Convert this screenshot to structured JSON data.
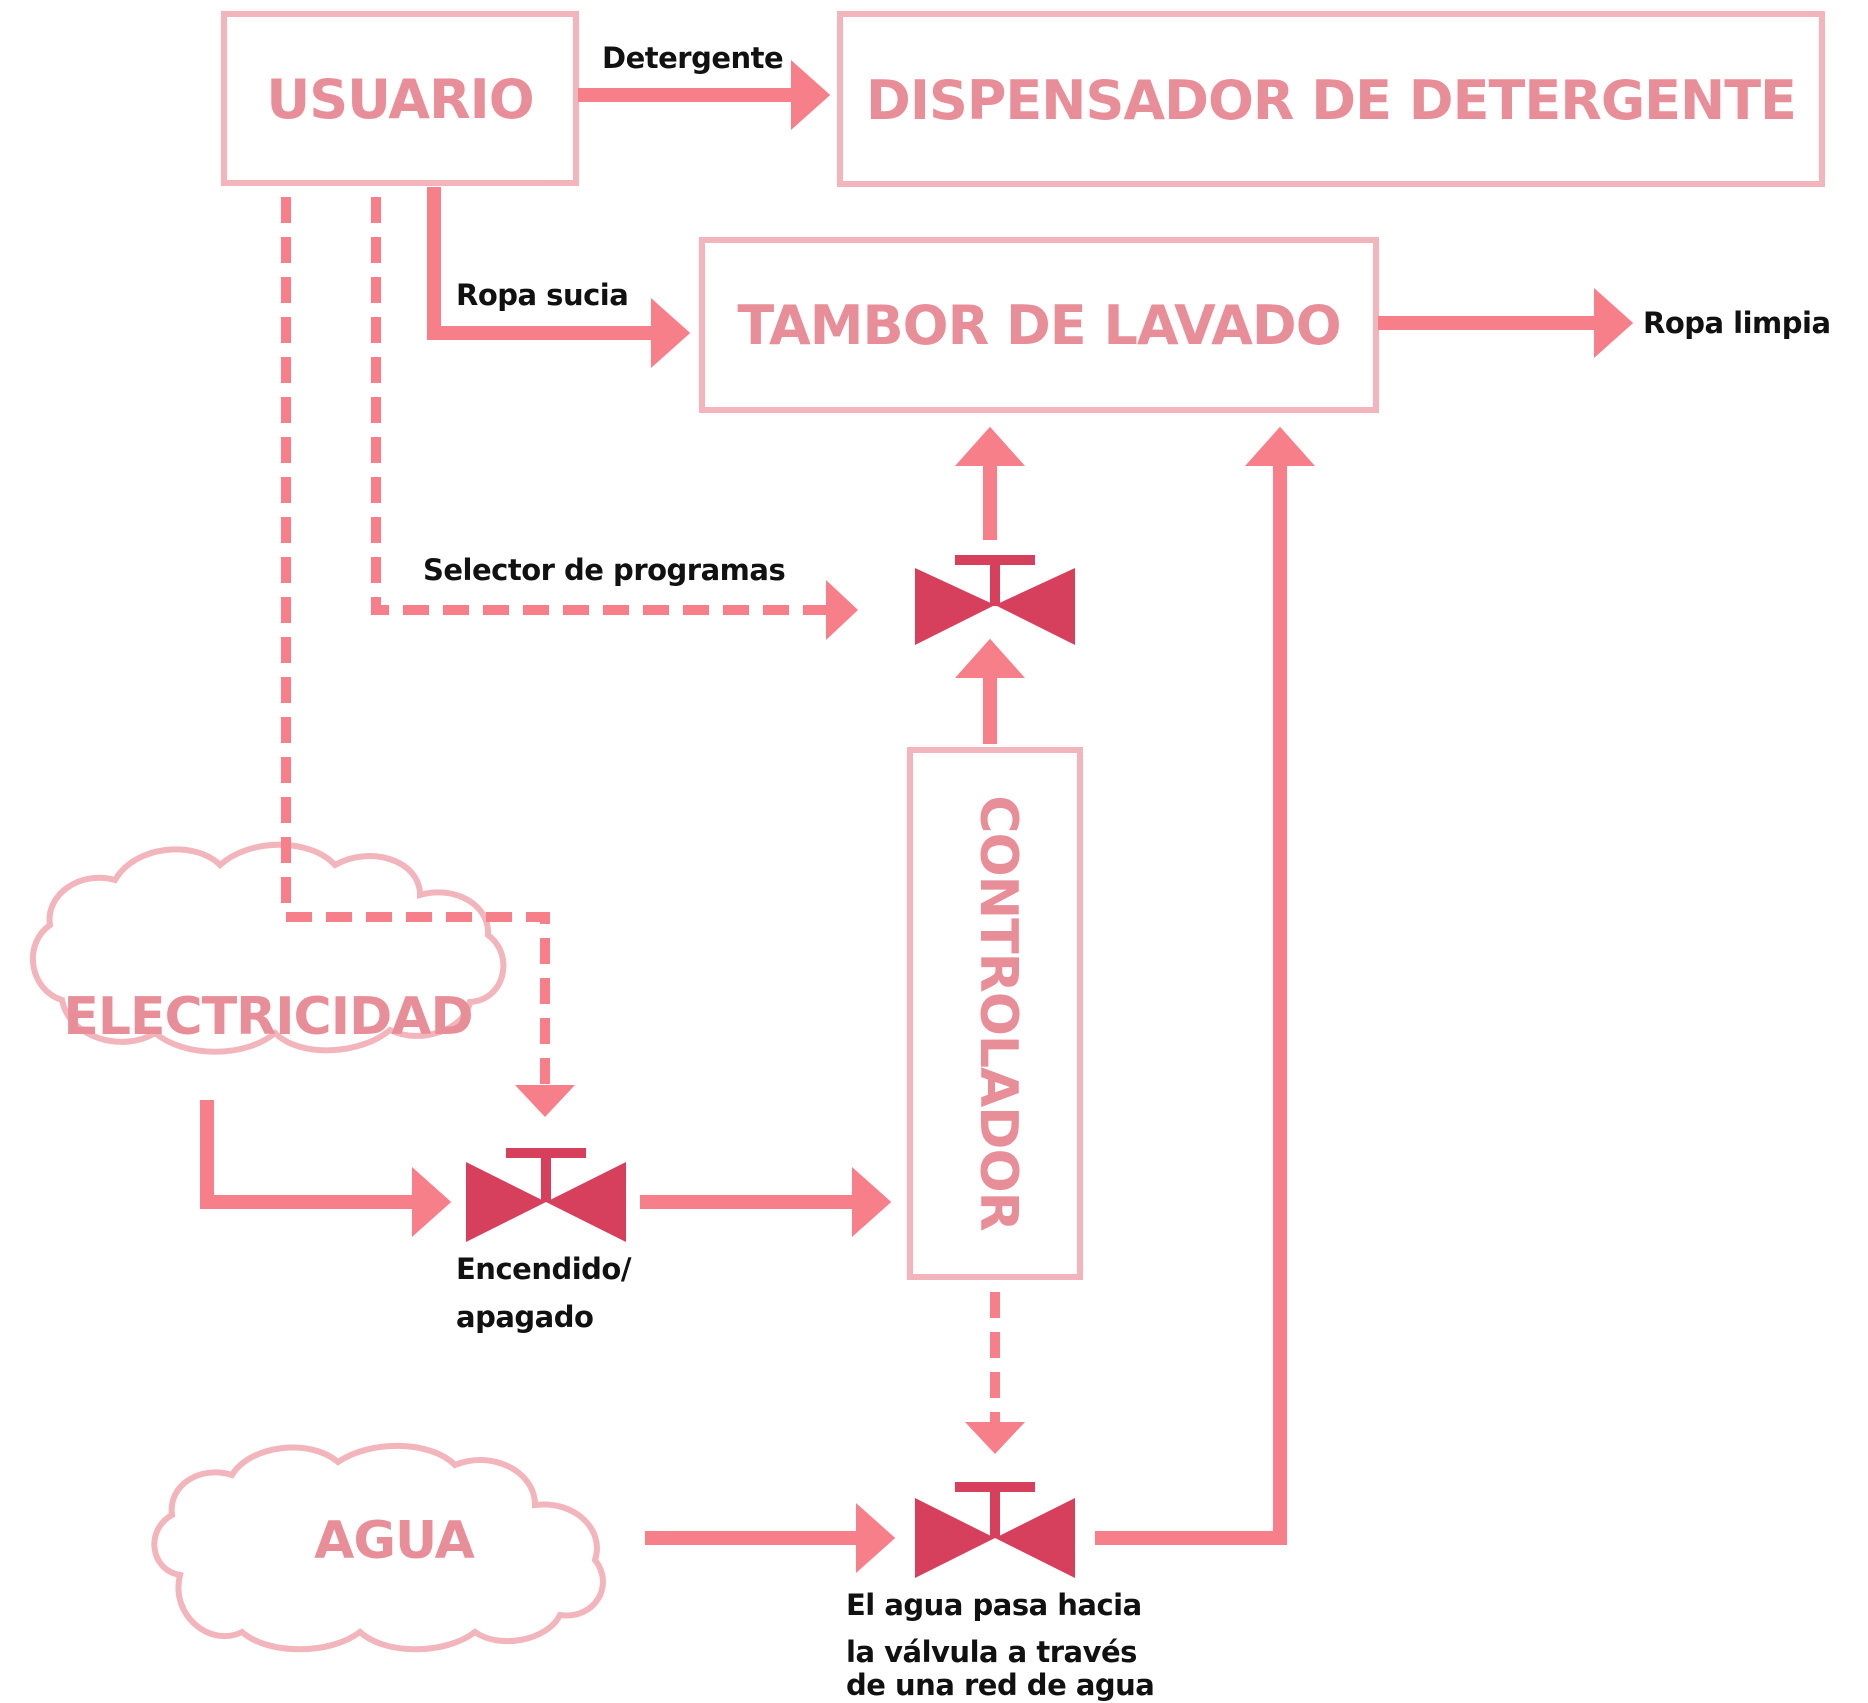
{
  "nodes": {
    "usuario": "USUARIO",
    "dispensador": "DISPENSADOR DE DETERGENTE",
    "tambor": "TAMBOR DE LAVADO",
    "controlador": "CONTROLADOR",
    "electricidad": "ELECTRICIDAD",
    "agua": "AGUA"
  },
  "labels": {
    "detergente": "Detergente",
    "ropa_sucia": "Ropa sucia",
    "ropa_limpia": "Ropa limpia",
    "selector": "Selector de programas",
    "encendido_1": "Encendido/",
    "encendido_2": "apagado",
    "agua_1": "El agua pasa hacia",
    "agua_2": "la válvula a través",
    "agua_3": "de una red de agua"
  },
  "colors": {
    "box_border": "#f2b5bb",
    "box_text": "#e88e98",
    "arrow": "#f67f8a",
    "valve": "#d6405c"
  }
}
